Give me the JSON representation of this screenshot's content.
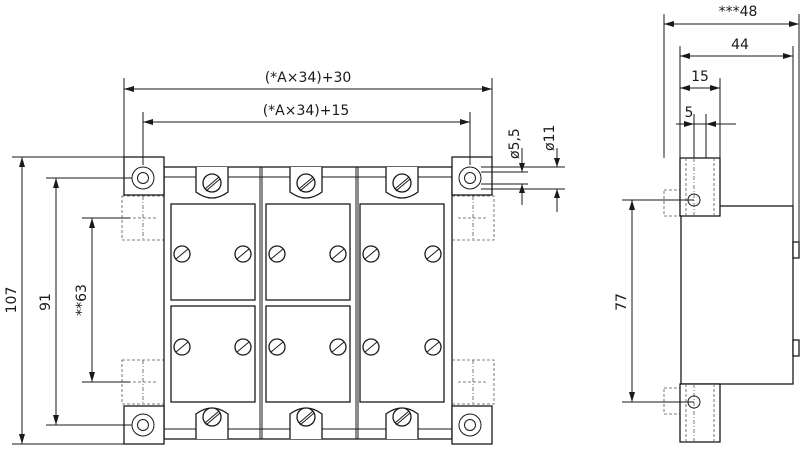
{
  "dimensions": {
    "overall_width": "(*A×34)+30",
    "inner_width": "(*A×34)+15",
    "hole_small": "ø5,5",
    "hole_large": "ø11",
    "height_outer": "107",
    "height_mid": "91",
    "height_inner": "**63",
    "side_total": "***48",
    "side_44": "44",
    "side_15": "15",
    "side_5": "5",
    "side_height": "77"
  }
}
